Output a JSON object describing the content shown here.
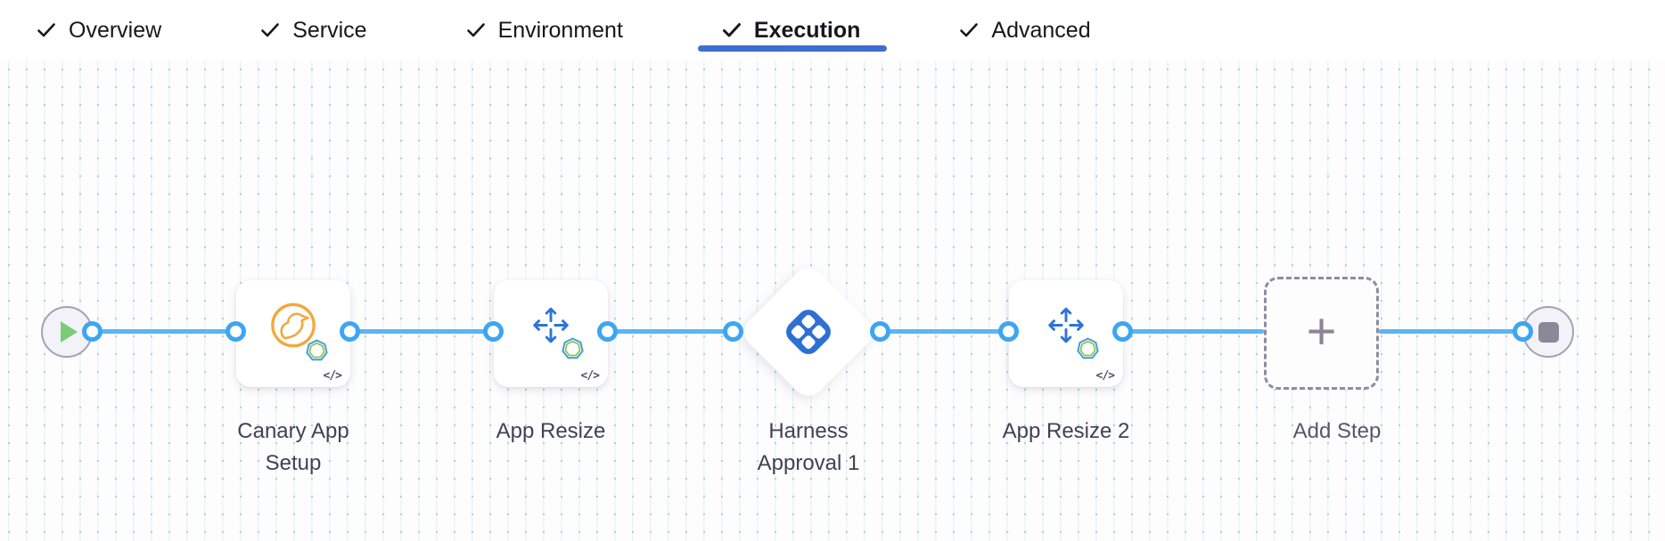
{
  "tabs": [
    {
      "label": "Overview",
      "checked": true,
      "active": false
    },
    {
      "label": "Service",
      "checked": true,
      "active": false
    },
    {
      "label": "Environment",
      "checked": true,
      "active": false
    },
    {
      "label": "Execution",
      "checked": true,
      "active": true
    },
    {
      "label": "Advanced",
      "checked": true,
      "active": false
    }
  ],
  "pipeline": {
    "steps": [
      {
        "name": "Canary App Setup",
        "type": "canary-app-setup",
        "has_code_badge": true
      },
      {
        "name": "App Resize",
        "type": "app-resize",
        "has_code_badge": true
      },
      {
        "name": "Harness Approval 1",
        "type": "approval",
        "has_code_badge": false
      },
      {
        "name": "App Resize 2",
        "type": "app-resize",
        "has_code_badge": true
      },
      {
        "name": "Add Step",
        "type": "add-step-placeholder",
        "has_code_badge": false
      }
    ]
  },
  "icons": {
    "code_glyph": "</>",
    "plus_glyph": "+",
    "check": "checkmark",
    "play": "play-triangle",
    "stop": "stop-square",
    "canary": "canary-bird-in-circle",
    "resize": "four-direction-arrows",
    "approval": "harness-logo-diamond",
    "gear": "gear-badge"
  },
  "colors": {
    "active_tab_underline": "#3d6ed0",
    "connector_line": "#5db5f2",
    "connector_ring": "#3da6f2",
    "harness_logo_blue": "#2e6fd3",
    "resize_arrow_blue": "#2e73d9",
    "canary_orange": "#f3a73c",
    "gear_badge_blue": "#4aa0d9",
    "gear_badge_green": "#86c348",
    "play_green": "#7bcc77",
    "stop_gray": "#8b8899",
    "label_text": "#414156",
    "tab_text": "#17171f"
  }
}
